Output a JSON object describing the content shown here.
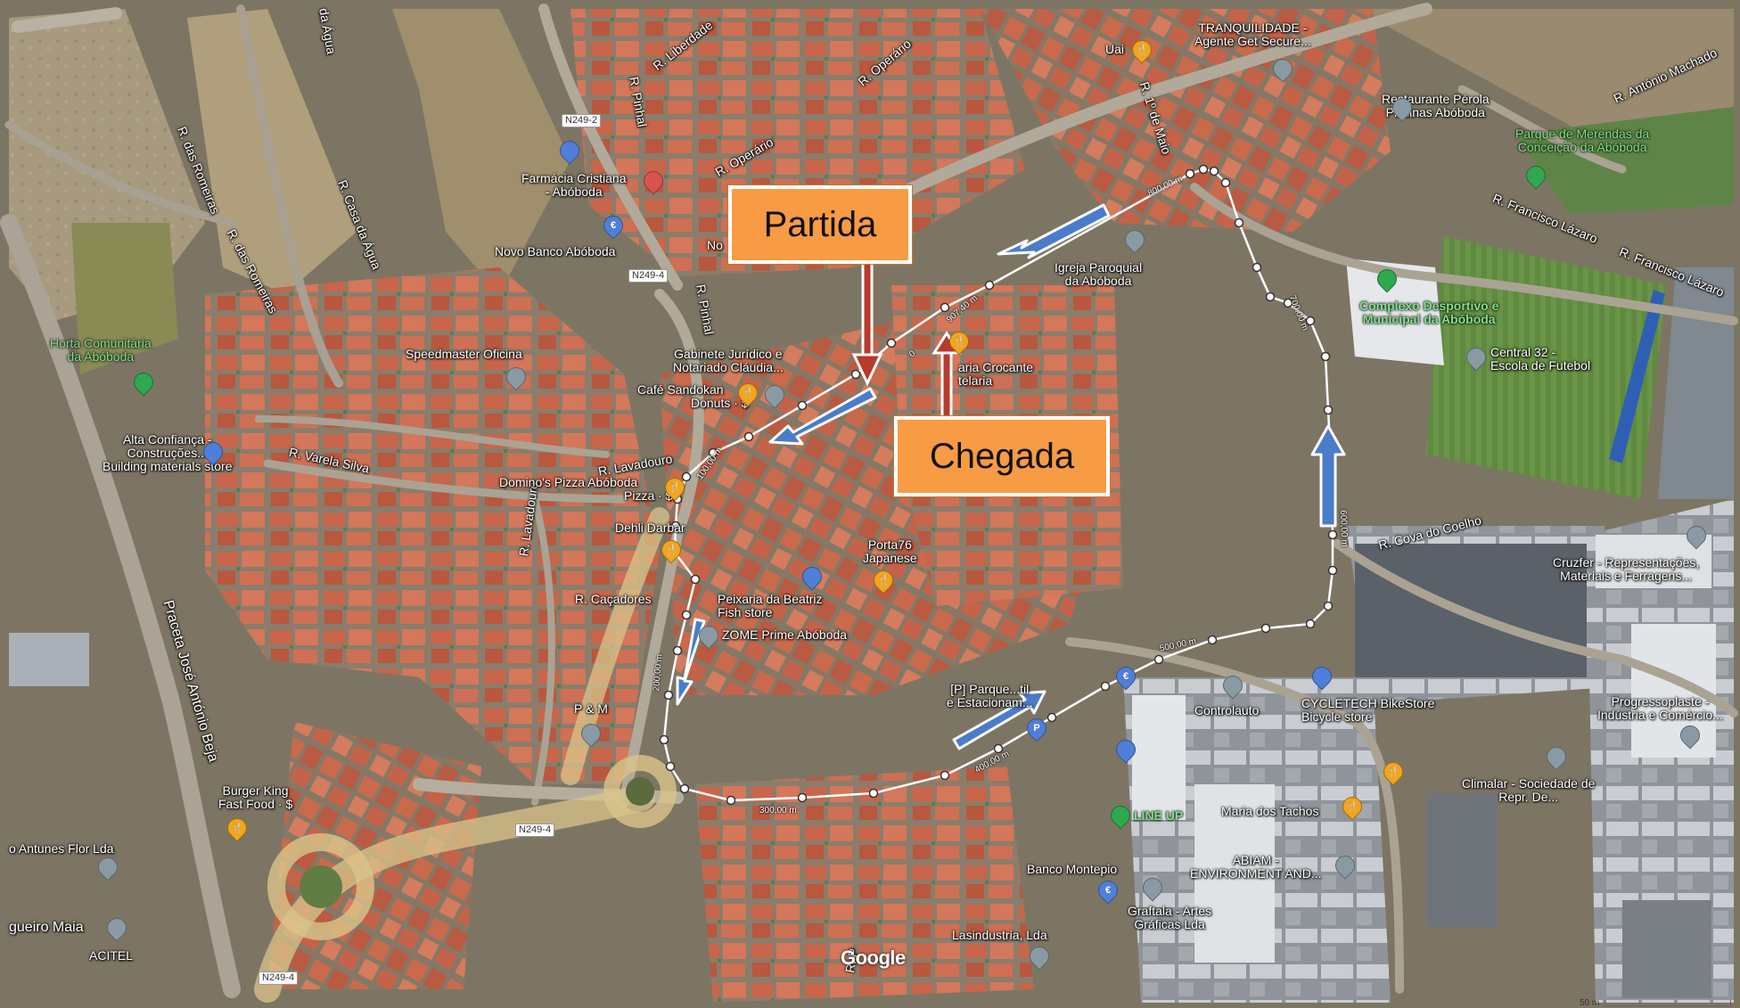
{
  "callouts": {
    "start": "Partida",
    "finish": "Chegada"
  },
  "attribution": "Google",
  "scale": "50 m",
  "road_tags": {
    "n249_2": "N249-2",
    "n249_4a": "N249-4",
    "n249_4b": "N249-4",
    "n249_4c": "N249-4"
  },
  "streets": {
    "r_liberdade": "R. Liberdade",
    "r_operario_1": "R. Operário",
    "r_operario_2": "R. Operário",
    "r_pinhal_1": "R. Pinhal",
    "r_pinhal_2": "R. Pinhal",
    "r_1_maio": "R. 1º de Maio",
    "r_antonio_machado": "R. António Machado",
    "r_francisco_lazaro_1": "R. Francisco Lázaro",
    "r_francisco_lazaro_2": "R. Francisco Lázaro",
    "r_das_romeiras_1": "R. das Romeiras",
    "r_das_romeiras_2": "R. das Romeiras",
    "r_casa_agua": "R. Casa da Água",
    "r_agua": "da Água",
    "r_varela_silva": "R. Varela Silva",
    "r_lavadouro_1": "R. Lavadouro",
    "r_lavadouro_2": "R. Lavadouro",
    "r_cacadores": "R. Caçadores",
    "r_cova_coelho": "R. Cova do Coelho",
    "pracet_jose": "Praceta José António Beja",
    "gueiro_maia": "gueiro Maia",
    "r_p": "R. P"
  },
  "places": {
    "tranquilidade": "TRANQUILIDADE -",
    "tranquilidade_2": "Agente Get Secure...",
    "uai": "Uai",
    "restaurante_perola": "Restaurante Pérola",
    "piscinas": "Piscinas Abóboda",
    "parque_merendas": "Parque de Merendas da",
    "parque_merendas_2": "Conceição da Abóboda",
    "farmacia": "Farmácia Cristiana",
    "farmacia_2": "- Abóboda",
    "novo_banco": "Novo Banco Abóboda",
    "no": "No",
    "igreja": "Igreja Paroquial",
    "igreja_2": "da Abóboda",
    "complexo": "Complexo Desportivo e",
    "complexo_2": "Municipal da Abóboda",
    "central32": "Central 32 -",
    "central32_2": "Escola de Futebol",
    "horta": "Horta Comunitária",
    "horta_2": "da Abóboda",
    "speedmaster": "Speedmaster Oficina",
    "gabinete": "Gabinete Jurídico e",
    "gabinete_2": "Notariado Cláudia...",
    "cafe_sandokan": "Café Sandokan",
    "cafe_sandokan_sub": "Donuts · $",
    "crocante": "aria Crocante",
    "crocante_2": "telaria",
    "alta_confianca": "Alta Confiança -",
    "alta_confianca_2": "Construções...",
    "alta_confianca_sub": "Building materials store",
    "dominos": "Domino's Pizza Abóboda",
    "dominos_sub": "Pizza · $",
    "dehli": "Dehli Darbar",
    "porta76": "Porta76",
    "porta76_sub": "Japanese",
    "peixaria": "Peixaria da Beatriz",
    "peixaria_sub": "Fish store",
    "zome": "ZOME Prime Abóboda",
    "cruzfer": "Cruzfer - Representações,",
    "cruzfer_2": "Materiais e Ferragens...",
    "pm": "P & M",
    "parque_est": "[P] Parque...til",
    "parque_est_2": "e Estacionam...",
    "controlauto": "Controlauto",
    "cycletech": "CYCLETECH BikeStore",
    "cycletech_sub": "Bicycle store",
    "progressoplaste": "Progressoplaste -",
    "progressoplaste_2": "Indústria e Comércio...",
    "burger_king": "Burger King",
    "burger_king_sub": "Fast Food · $",
    "antunes": "o Antunes Flor Lda",
    "line_up": "LINE UP",
    "maria_tachos": "Maria dos Tachos",
    "climalar": "Climalar - Sociedade de",
    "climalar_2": "Repr. De...",
    "abiam": "ABIAM -",
    "abiam_2": "ENVIRONMENT AND...",
    "banco_montepio": "Banco Montepio",
    "graftala": "Graftala - Artes",
    "graftala_2": "Gráficas Lda",
    "lasindustria": "Lasindustria, Lda",
    "acitel": "ACITEL"
  },
  "distances": {
    "d100": "100,00 m",
    "d200": "200,00 m",
    "d300": "300,00 m",
    "d400": "400,00 m",
    "d500": "500,00 m",
    "d600": "600,00 m",
    "d700": "700,00 m",
    "d800": "800,00 m",
    "d907": "907,40 m",
    "d0": "0"
  },
  "colors": {
    "callout_fill": "#f79b45",
    "route_arrow_fill": "#4a7cc9",
    "start_arrow": "#c0392b",
    "pin_food": "#f2a51c",
    "pin_shop": "#4f7fd8",
    "pin_green": "#2fa84f",
    "pin_place": "#8a9aa5"
  }
}
